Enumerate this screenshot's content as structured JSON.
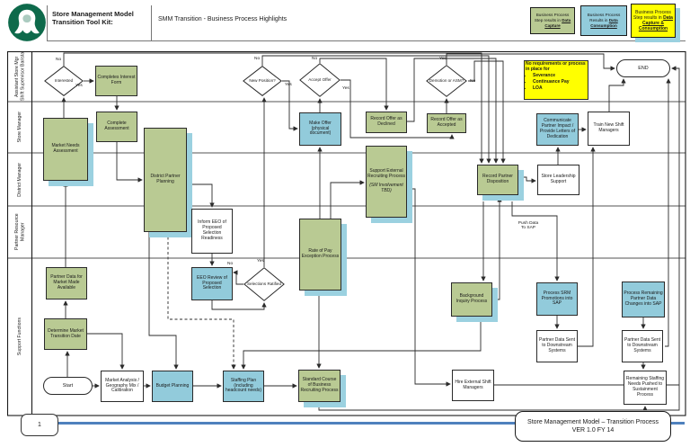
{
  "header": {
    "title_line1": "Store Management Model",
    "title_line2": "Transition Tool Kit:",
    "subtitle": "SMM Transition - Business Process Highlights"
  },
  "legend": [
    {
      "text": "Business Process Step results in",
      "em": "Data Capture"
    },
    {
      "text": "Business Process Results  in",
      "em": "Data Consumption"
    },
    {
      "text": "Business Process Step results in",
      "em": "Data Capture & Consumption"
    }
  ],
  "lanes": [
    "Assistant Store Mgr Shift Supervisor Barista",
    "Store Manager",
    "District Manager",
    "Partner Resource Manager",
    "Support Functions"
  ],
  "note": {
    "title": "No requirements or process in place for",
    "items": [
      "Severance",
      "Continuance Pay",
      "LOA"
    ]
  },
  "nodes": {
    "start": {
      "label": "Start"
    },
    "end": {
      "label": "END"
    },
    "interested": {
      "label": "Interested"
    },
    "completes_interest_form": {
      "label": "Completes Interest Form"
    },
    "complete_assessment": {
      "label": "Complete Assessment"
    },
    "market_needs": {
      "label": "Market Needs Assessment"
    },
    "new_position": {
      "label": "New Position?"
    },
    "accept_offer": {
      "label": "Accept Offer"
    },
    "make_offer": {
      "label": "Make Offer (physical document)"
    },
    "record_declined": {
      "label": "Record Offer as Declined"
    },
    "record_accepted": {
      "label": "Record Offer as Accepted"
    },
    "demotion": {
      "label": "Demotion or ASM?"
    },
    "communicate": {
      "label": "Communicate Partner Impact / Provide Letters of Dedication"
    },
    "train_new": {
      "label": "Train New Shift Managers"
    },
    "district_planning": {
      "label": "District Partner Planning"
    },
    "inform_eeo": {
      "label": "Inform EEO of Proposed Selection Readiness"
    },
    "support_external": {
      "label": "Support External Recruiting Process",
      "note": "(SM Involvement TBD)"
    },
    "record_disposition": {
      "label": "Record Partner Disposition"
    },
    "store_leadership": {
      "label": "Store Leadership Support"
    },
    "partner_data_market": {
      "label": "Partner Data for Market Made Available"
    },
    "eeo_review": {
      "label": "EEO Review of Proposed Selection"
    },
    "selections_ratified": {
      "label": "Selections Ratified"
    },
    "rate_of_pay": {
      "label": "Rate of Pay Exception Process"
    },
    "background_inquiry": {
      "label": "Background Inquiry Process"
    },
    "process_srm": {
      "label": "Process SRM Promotions into SAP"
    },
    "partner_sent_1": {
      "label": "Partner Data Sent to Downstream Systems"
    },
    "process_remaining": {
      "label": "Process Remaining Partner Data Changes into SAP"
    },
    "partner_sent_2": {
      "label": "Partner Data Sent to Downstream Systems"
    },
    "determine_market": {
      "label": "Determine Market Transition Date"
    },
    "market_analysis": {
      "label": "Market Analysis / Geography Mix / Calibration"
    },
    "budget_planning": {
      "label": "Budget Planning"
    },
    "staffing_plan": {
      "label": "Staffing Plan (including headcount needs)"
    },
    "standard_course": {
      "label": "Standard Course of Business Recruiting Process"
    },
    "hire_external": {
      "label": "Hire External Shift Managers"
    },
    "remaining_staffing": {
      "label": "Remaining Staffing Needs Pushed to Sustainment Process"
    }
  },
  "edge_labels": {
    "interested_no": "No",
    "interested_yes": "Yes",
    "new_position_no": "No",
    "new_position_yes": "Yes",
    "accept_offer_no": "No",
    "accept_offer_yes": "Yes",
    "demotion_yes": "Yes",
    "demotion_no": "No",
    "selections_no": "No",
    "selections_yes": "Yes",
    "push_data": "Push Data To SAP"
  },
  "footer": {
    "page": "1",
    "title": "Store Management Model – Transition Process",
    "version": "VER 1.0 FY 14"
  },
  "colors": {
    "capture_green": "#b9ca93",
    "consumption_blue": "#92cbdb",
    "note_yellow": "#ffff00",
    "shadow_blue": "#9bd1e0",
    "footer_line_blue": "#4f81bd",
    "logo_green": "#0e6a4b"
  }
}
